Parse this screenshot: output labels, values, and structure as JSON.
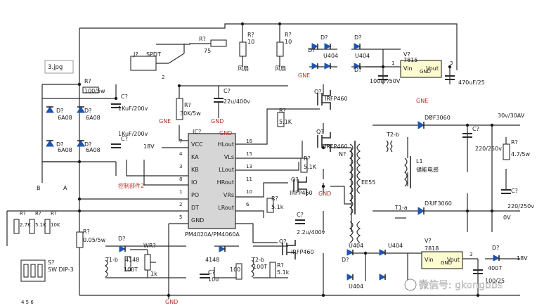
{
  "image_tag": "3.jpg",
  "ic": {
    "ref": "IC?",
    "part": "PM4020A/PM4060A",
    "left_pins": [
      {
        "num": "7",
        "name": "VCC"
      },
      {
        "num": "4",
        "name": "KA"
      },
      {
        "num": "3",
        "name": "KB"
      },
      {
        "num": "8",
        "name": "IO"
      },
      {
        "num": "1",
        "name": "PO"
      },
      {
        "num": "2",
        "name": "DT"
      },
      {
        "num": "5",
        "name": "GND"
      }
    ],
    "right_pins": [
      {
        "num": "16",
        "name": "HLout"
      },
      {
        "num": "15",
        "name": "VLs"
      },
      {
        "num": "13",
        "name": "LLout"
      },
      {
        "num": "11",
        "name": "HRout"
      },
      {
        "num": "10",
        "name": "VRs"
      },
      {
        "num": "6",
        "name": "LRout"
      }
    ]
  },
  "labels": {
    "relay_ref": "J?",
    "relay_type": "SPDT",
    "r_75_ref": "R?",
    "r_75_val": "75",
    "fan1_ref": "R?",
    "fan1_val": "10",
    "fan1_name": "风扇",
    "fan2_ref": "R?",
    "fan2_val": "10",
    "fan2_name": "风扇",
    "r_100_ref": "R?",
    "r_100_val": "100/5w",
    "c_top_ref": "C?",
    "c_top_val": "1KuF/200v",
    "c_bot_ref": "C?",
    "c_bot_val": "1KuF/200v",
    "d_6a08": "D?",
    "d_6a08_val": "6A08",
    "r_30k_ref": "R?",
    "r_30k_val": "30K/5w",
    "c_22u_ref": "C?",
    "c_22u_val": "22u/400v",
    "v18": "18V",
    "r_51k_ref": "R?",
    "r_51k_val": "5.1K",
    "r_51k2_ref": "R?",
    "r_51k2_val": "5.1K",
    "r_51k3_ref": "R?",
    "r_51k3_val": "5.1k",
    "q_ref": "Q?",
    "q_part": "IRFP460",
    "control": "控制部件2",
    "n_ref": "N?",
    "ee55": "EE55",
    "l1_ref": "L1",
    "l1_name": "储能电感",
    "t2b": "T2-b",
    "t1a": "T1-a",
    "t1b": "T1-b",
    "t2b2": "T2-b",
    "d_uf": "D?",
    "uf_part": "UF3060",
    "v_out1": "30v/30AV",
    "r_47_ref": "R?",
    "r_47_val": "4.7/5w",
    "c_220_ref": "C?",
    "c_220_val": "220/250v",
    "v0": "0V",
    "d_u404": "D?",
    "u404": "U404",
    "reg1_ref": "V?",
    "reg1_part": "7815",
    "reg2_ref": "V?",
    "reg2_part": "7818",
    "vin": "Vin",
    "vout": "Vout",
    "gnd": "GND",
    "gne": "GNE",
    "c_100u_val": "100uF/50V",
    "c_470u_val": "470uF/25",
    "c_22u2_val": "2.2u/400v",
    "c_10u_val": "10u",
    "c_100_25_val": "100/25",
    "d_4007": "4007",
    "v18_out": "18V",
    "r_005_ref": "R?",
    "r_005_val": "0.05/5w",
    "r_27k": "2.7K",
    "r_51k_sm": "5.1K",
    "r_10k": "10K",
    "sw_ref": "S?",
    "sw_val": "SW DIP-3",
    "wr_ref": "WR?",
    "wr_val": "1k",
    "d_4148": "4148",
    "r_100": "100",
    "r_100t": "100T",
    "pin1": "1",
    "pin2": "2",
    "pin3": "3",
    "dip_pins": "4 5 6"
  },
  "watermark": "微信号: gkongbbs"
}
